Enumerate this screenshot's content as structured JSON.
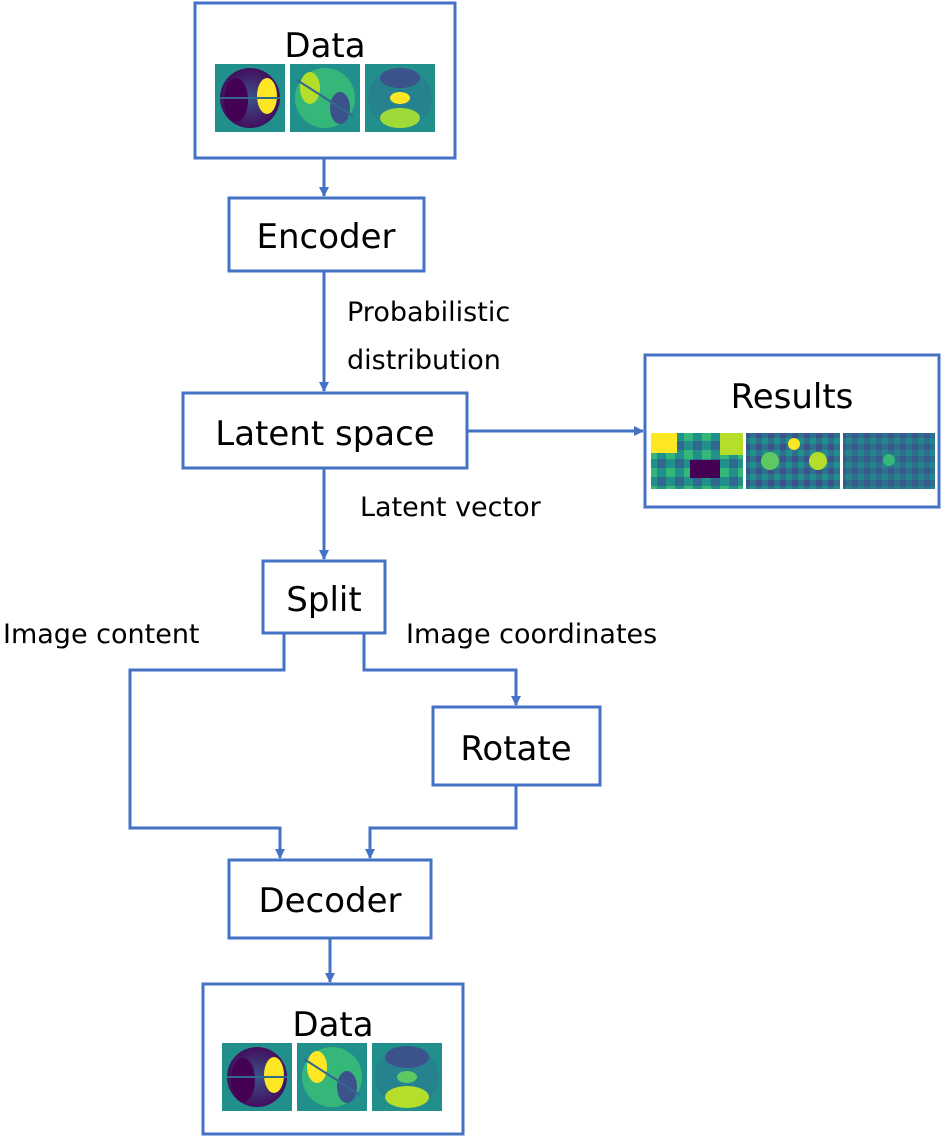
{
  "nodes": {
    "data_in": {
      "label": "Data"
    },
    "encoder": {
      "label": "Encoder"
    },
    "latent_space": {
      "label": "Latent space"
    },
    "results": {
      "label": "Results"
    },
    "split": {
      "label": "Split"
    },
    "rotate": {
      "label": "Rotate"
    },
    "decoder": {
      "label": "Decoder"
    },
    "data_out": {
      "label": "Data"
    }
  },
  "edges": {
    "encoder_to_latent": {
      "label_line1": "Probabilistic",
      "label_line2": "distribution"
    },
    "latent_to_split": {
      "label": "Latent vector"
    },
    "split_left": {
      "label": "Image content"
    },
    "split_right": {
      "label": "Image coordinates"
    }
  },
  "colors": {
    "line": "#4472c4",
    "thumb_background": "#21908d",
    "thumb_dark": "#440154",
    "thumb_mid": "#3b528b",
    "thumb_light": "#5ec962",
    "thumb_bright": "#fde725"
  }
}
